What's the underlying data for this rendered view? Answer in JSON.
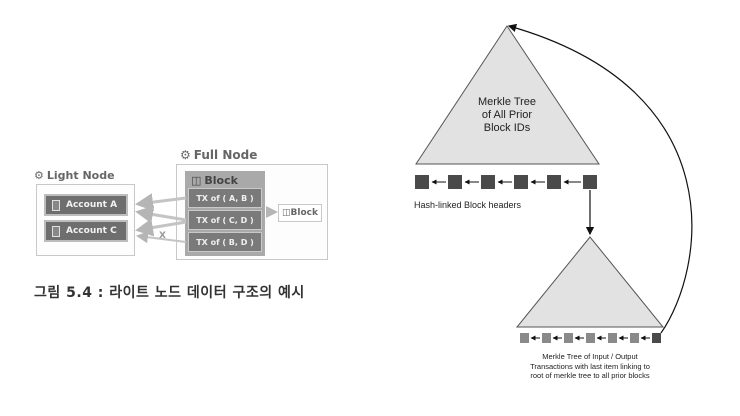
{
  "left_figure": {
    "light_node_title": "Light Node",
    "accounts": [
      "Account A",
      "Account C"
    ],
    "full_node_title": "Full Node",
    "block_title": "Block",
    "transactions": [
      "TX of ( A, B )",
      "TX of ( C, D )",
      "TX of ( B, D )"
    ],
    "side_block_label": "Block",
    "blocked_marker": "X",
    "caption": "그림 5.4 : 라이트 노드 데이터 구조의 예시"
  },
  "right_figure": {
    "top_tree_label": [
      "Merkle Tree",
      "of All Prior",
      "Block IDs"
    ],
    "header_chain_label": "Hash-linked Block headers",
    "bottom_tree_label": [
      "Merkle Tree of Input / Output",
      "Transactions with last item linking to",
      "root of merkle tree to all prior blocks"
    ],
    "header_block_count": 6,
    "tx_item_count": 7
  },
  "colors": {
    "block_dark": "#4a4a4a",
    "block_light": "#8a8a8a",
    "triangle_fill": "#e2e2e2",
    "line": "#222222"
  }
}
